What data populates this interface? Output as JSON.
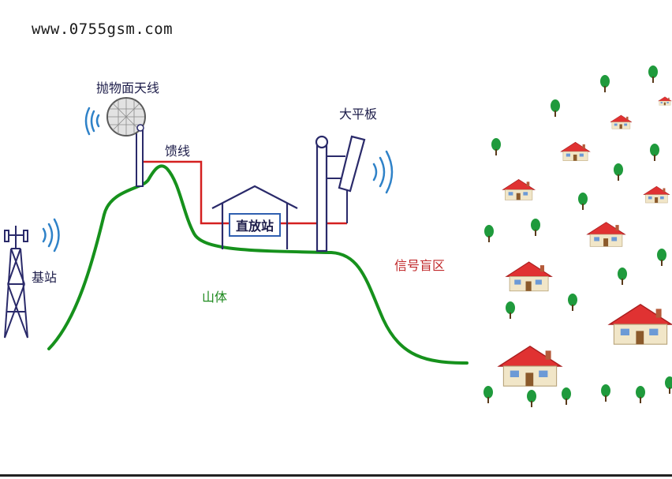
{
  "site_url": "www.0755gsm.com",
  "labels": {
    "parabolic_antenna": "抛物面天线",
    "feeder": "馈线",
    "panel_antenna": "大平板",
    "repeater": "直放站",
    "base_station": "基站",
    "mountain": "山体",
    "blind_area": "信号盲区"
  },
  "colors": {
    "mountain": "#16911c",
    "feeder": "#d42020",
    "structure": "#2a2a6a",
    "signal": "#2f82c8",
    "roof": "#e03232",
    "tree": "#1f9a3c"
  },
  "icons": [
    "parabolic-antenna-icon",
    "panel-antenna-icon",
    "base-station-tower-icon",
    "signal-wave-icon",
    "house-icon",
    "tree-icon"
  ]
}
